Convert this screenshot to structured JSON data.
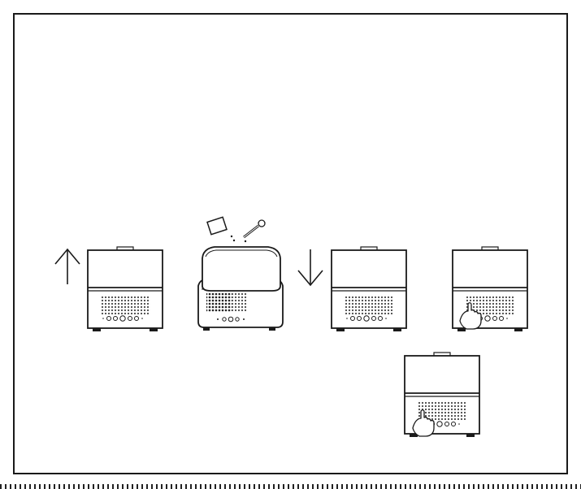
{
  "diagram": {
    "colors": {
      "ink": "#1a1a1a",
      "paper": "#ffffff",
      "shade": "#555555"
    },
    "steps": [
      {
        "id": "lift-tank",
        "device": "humidifier-closed",
        "symbol": "arrow-up-icon"
      },
      {
        "id": "add-essential-oil",
        "device": "humidifier-open",
        "symbol": "oil-dropper-icon"
      },
      {
        "id": "lower-tank",
        "device": "humidifier-closed",
        "symbol": "arrow-down-icon"
      },
      {
        "id": "press-button",
        "device": "humidifier-closed",
        "symbol": "hand-pointer-icon"
      },
      {
        "id": "press-button-again",
        "device": "humidifier-closed",
        "symbol": "hand-pointer-icon"
      }
    ]
  }
}
